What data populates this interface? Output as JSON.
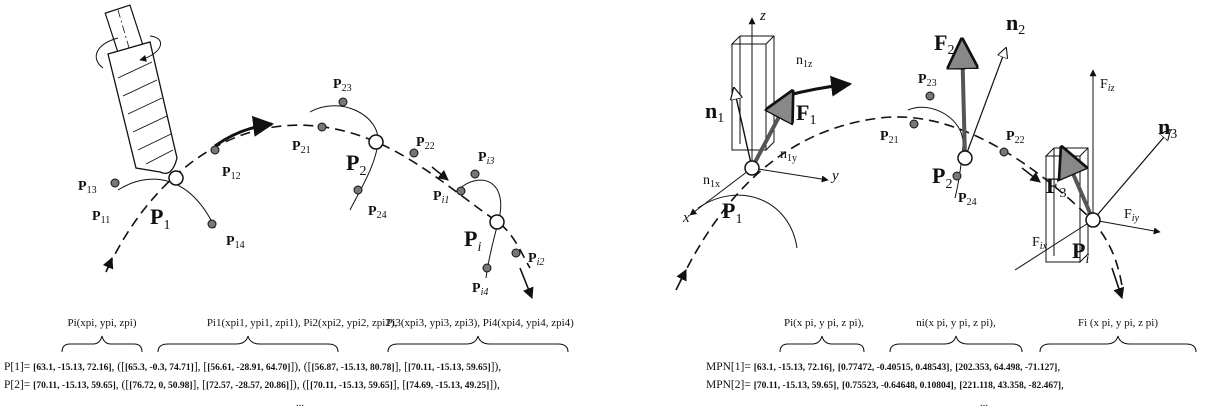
{
  "left": {
    "points": {
      "P1": "P",
      "P1_sub": "1",
      "P2": "P",
      "P2_sub": "2",
      "Pi": "P",
      "Pi_sub": "i",
      "P11": "P",
      "P11_sub": "11",
      "P12": "P",
      "P12_sub": "12",
      "P13": "P",
      "P13_sub": "13",
      "P14": "P",
      "P14_sub": "14",
      "P21": "P",
      "P21_sub": "21",
      "P22": "P",
      "P22_sub": "22",
      "P23": "P",
      "P23_sub": "23",
      "P24": "P",
      "P24_sub": "24",
      "Pi1": "P",
      "Pi1_sub": "i1",
      "Pi2": "P",
      "Pi2_sub": "i2",
      "Pi3": "P",
      "Pi3_sub": "i3",
      "Pi4": "P",
      "Pi4_sub": "i4"
    },
    "brace_labels": {
      "b1": "Pi(xpi, ypi, zpi)",
      "b2": "Pi1(xpi1, ypi1, zpi1), Pi2(xpi2, ypi2, zpi2),",
      "b3": "Pi3(xpi3, ypi3, zpi3), Pi4(xpi4, ypi4, zpi4)"
    },
    "rows": [
      {
        "prefix": "P[1]= ",
        "v1": "[63.1, -15.13, 72.16]",
        "v2": "[65.3, -0.3, 74.71]",
        "v3": "[56.61, -28.91, 64.70]",
        "v4": "[56.87, -15.13, 80.78]",
        "v5": "[70.11, -15.13, 59.65]"
      },
      {
        "prefix": "P[2]= ",
        "v1": "[70.11, -15.13, 59.65]",
        "v2": "[76.72, 0, 50.98]",
        "v3": "[72.57, -28.57, 20.86]",
        "v4": "[70.11, -15.13, 59.65]",
        "v5": "[74.69, -15.13, 49.25]"
      }
    ],
    "ellipsis": "..."
  },
  "right": {
    "labels": {
      "z": "z",
      "y": "y",
      "x": "x",
      "n1": "n",
      "n1_sub": "1",
      "F1": "F",
      "F1_sub": "1",
      "n1z": "n",
      "n1z_sub": "1z",
      "n1y": "n",
      "n1y_sub": "1y",
      "n1x": "n",
      "n1x_sub": "1x",
      "F2": "F",
      "F2_sub": "2",
      "n2": "n",
      "n2_sub": "2",
      "F3": "F",
      "F3_sub": "3",
      "n3": "n",
      "n3_sub": "3",
      "Fiz": "F",
      "Fiz_sub": "iz",
      "Fix": "F",
      "Fix_sub": "ix",
      "Fiy": "F",
      "Fiy_sub": "iy",
      "P1": "P",
      "P1_sub": "1",
      "P2": "P",
      "P2_sub": "2",
      "Pi": "P",
      "Pi_sub": "i",
      "P21": "P",
      "P21_sub": "21",
      "P22": "P",
      "P22_sub": "22",
      "P23": "P",
      "P23_sub": "23",
      "P24": "P",
      "P24_sub": "24"
    },
    "brace_labels": {
      "b1": "Pi(x pi, y pi, z pi),",
      "b2": "ni(x pi, y pi, z pi),",
      "b3": "Fi (x pi, y pi, z pi)"
    },
    "rows": [
      {
        "prefix": "MPN[1]= ",
        "v1": "[63.1, -15.13, 72.16]",
        "v2": "[0.77472, -0.40515, 0.48543]",
        "v3": "[202.353, 64.498, -71.127]"
      },
      {
        "prefix": "MPN[2]= ",
        "v1": "[70.11, -15.13, 59.65]",
        "v2": "[0.75523, -0.64648, 0.10804]",
        "v3": "[221.118, 43.358, -82.467]"
      }
    ],
    "ellipsis": "..."
  }
}
